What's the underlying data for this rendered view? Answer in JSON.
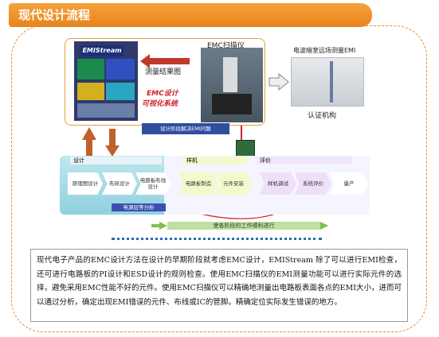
{
  "page": {
    "title": "现代设计流程"
  },
  "top": {
    "logo": "EMIStream",
    "result_label": "测量结果图",
    "system_label_1": "EMC设计",
    "system_label_2": "可视化系统",
    "scanner_label": "EMC扫描仪",
    "solve_label": "设计阶段解决EMI问题",
    "room_label": "电波暗室远场测量EMI",
    "cert_label": "认证机构"
  },
  "flow": {
    "design_band": "设计",
    "trial_band": "样机",
    "eval_band": "评价",
    "steps": [
      "原理图设计",
      "布局设计",
      "电路板布线设计",
      "电路板制造",
      "元件安装",
      "样机调试",
      "系统评价",
      "量产"
    ],
    "analysis_label": "电源层等分析",
    "bottom_label": "使各阶段的工作顺利进行"
  },
  "description": "现代电子产品的EMC设计方法在设计的早期阶段就考虑EMC设计，EMIStream 除了可以进行EMI检查，还可进行电路板的PI设计和ESD设计的规则检查。使用EMC扫描仪的EMI测量功能可以进行实际元件的选择，避免采用EMC性能不好的元件。使用EMC扫描仪可以精确地测量出电路板表面各点的EMI大小，进而可以通过分析，确定出现EMI错误的元件、布线或IC的管脚。精确定位实际发生错误的地方。"
}
